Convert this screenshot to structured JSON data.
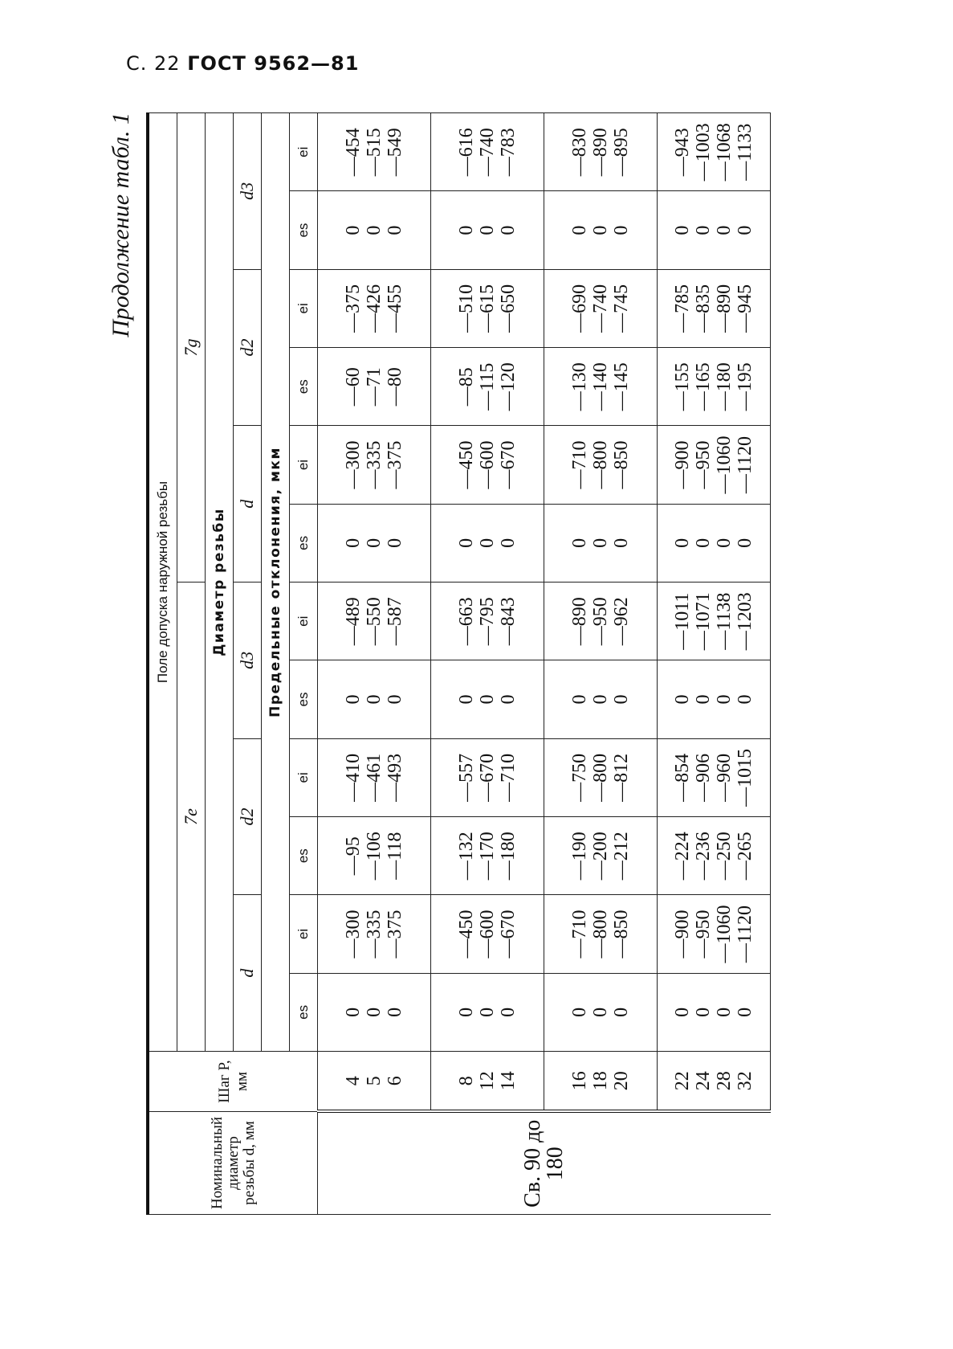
{
  "header": {
    "page": "С. 22",
    "standard": "ГОСТ 9562—81"
  },
  "caption": "Продолжение табл. 1",
  "table": {
    "col_nominal": "Номинальный диаметр резьбы d, мм",
    "col_step": "Шаг P, мм",
    "group_title": "Поле допуска наружной резьбы",
    "fields": [
      "7e",
      "7g"
    ],
    "diameter_title": "Диаметр резьбы",
    "diameters": [
      "d",
      "d2",
      "d3",
      "d",
      "d2",
      "d3"
    ],
    "deviation_title": "Предельные отклонения, мкм",
    "subcols": [
      "es",
      "ei",
      "es",
      "ei",
      "es",
      "ei",
      "es",
      "ei",
      "es",
      "ei",
      "es",
      "ei"
    ],
    "nominal_range": "Св. 90 до 180",
    "groups": [
      {
        "steps": [
          "4",
          "5",
          "6"
        ],
        "e7_d_es": [
          "0",
          "0",
          "0"
        ],
        "e7_d_ei": [
          "—300",
          "—335",
          "—375"
        ],
        "e7_d2_es": [
          "—95",
          "—106",
          "—118"
        ],
        "e7_d2_ei": [
          "—410",
          "—461",
          "—493"
        ],
        "e7_d3_es": [
          "0",
          "0",
          "0"
        ],
        "e7_d3_ei": [
          "—489",
          "—550",
          "—587"
        ],
        "g7_d_es": [
          "0",
          "0",
          "0"
        ],
        "g7_d_ei": [
          "—300",
          "—335",
          "—375"
        ],
        "g7_d2_es": [
          "—60",
          "—71",
          "—80"
        ],
        "g7_d2_ei": [
          "—375",
          "—426",
          "—455"
        ],
        "g7_d3_es": [
          "0",
          "0",
          "0"
        ],
        "g7_d3_ei": [
          "—454",
          "—515",
          "—549"
        ]
      },
      {
        "steps": [
          "8",
          "12",
          "14"
        ],
        "e7_d_es": [
          "0",
          "0",
          "0"
        ],
        "e7_d_ei": [
          "—450",
          "—600",
          "—670"
        ],
        "e7_d2_es": [
          "—132",
          "—170",
          "—180"
        ],
        "e7_d2_ei": [
          "—557",
          "—670",
          "—710"
        ],
        "e7_d3_es": [
          "0",
          "0",
          "0"
        ],
        "e7_d3_ei": [
          "—663",
          "—795",
          "—843"
        ],
        "g7_d_es": [
          "0",
          "0",
          "0"
        ],
        "g7_d_ei": [
          "—450",
          "—600",
          "—670"
        ],
        "g7_d2_es": [
          "—85",
          "—115",
          "—120"
        ],
        "g7_d2_ei": [
          "—510",
          "—615",
          "—650"
        ],
        "g7_d3_es": [
          "0",
          "0",
          "0"
        ],
        "g7_d3_ei": [
          "—616",
          "—740",
          "—783"
        ]
      },
      {
        "steps": [
          "16",
          "18",
          "20"
        ],
        "e7_d_es": [
          "0",
          "0",
          "0"
        ],
        "e7_d_ei": [
          "—710",
          "—800",
          "—850"
        ],
        "e7_d2_es": [
          "—190",
          "—200",
          "—212"
        ],
        "e7_d2_ei": [
          "—750",
          "—800",
          "—812"
        ],
        "e7_d3_es": [
          "0",
          "0",
          "0"
        ],
        "e7_d3_ei": [
          "—890",
          "—950",
          "—962"
        ],
        "g7_d_es": [
          "0",
          "0",
          "0"
        ],
        "g7_d_ei": [
          "—710",
          "—800",
          "—850"
        ],
        "g7_d2_es": [
          "—130",
          "—140",
          "—145"
        ],
        "g7_d2_ei": [
          "—690",
          "—740",
          "—745"
        ],
        "g7_d3_es": [
          "0",
          "0",
          "0"
        ],
        "g7_d3_ei": [
          "—830",
          "—890",
          "—895"
        ]
      },
      {
        "steps": [
          "22",
          "24",
          "28",
          "32"
        ],
        "e7_d_es": [
          "0",
          "0",
          "0",
          "0"
        ],
        "e7_d_ei": [
          "—900",
          "—950",
          "—1060",
          "—1120"
        ],
        "e7_d2_es": [
          "—224",
          "—236",
          "—250",
          "—265"
        ],
        "e7_d2_ei": [
          "—854",
          "—906",
          "—960",
          "—1015"
        ],
        "e7_d3_es": [
          "0",
          "0",
          "0",
          "0"
        ],
        "e7_d3_ei": [
          "—1011",
          "—1071",
          "—1138",
          "—1203"
        ],
        "g7_d_es": [
          "0",
          "0",
          "0",
          "0"
        ],
        "g7_d_ei": [
          "—900",
          "—950",
          "—1060",
          "—1120"
        ],
        "g7_d2_es": [
          "—155",
          "—165",
          "—180",
          "—195"
        ],
        "g7_d2_ei": [
          "—785",
          "—835",
          "—890",
          "—945"
        ],
        "g7_d3_es": [
          "0",
          "0",
          "0",
          "0"
        ],
        "g7_d3_ei": [
          "—943",
          "—1003",
          "—1068",
          "—1133"
        ]
      }
    ]
  }
}
